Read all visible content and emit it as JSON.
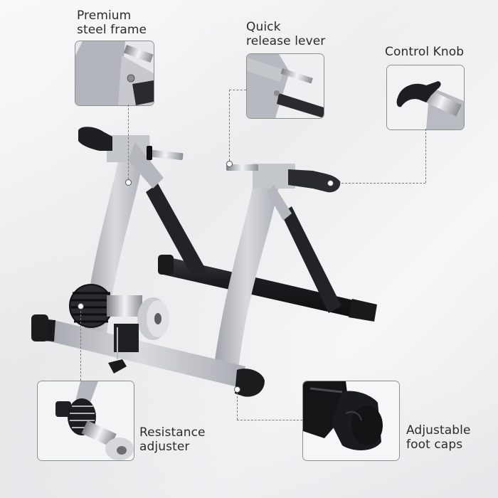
{
  "callouts": [
    {
      "id": "premium-steel-frame",
      "line1": "Premium",
      "line2": "steel frame"
    },
    {
      "id": "quick-release-lever",
      "line1": "Quick",
      "line2": "release lever"
    },
    {
      "id": "control-knob",
      "line1": "Control Knob",
      "line2": ""
    },
    {
      "id": "resistance-adjuster",
      "line1": "Resistance",
      "line2": "adjuster"
    },
    {
      "id": "adjustable-foot-caps",
      "line1": "Adjustable",
      "line2": "foot caps"
    }
  ],
  "colors": {
    "frame_silver": "#b9bcc2",
    "frame_shadow": "#8f939a",
    "black_parts": "#1c1d20",
    "text": "#2b2b2b",
    "dashed_line": "#7a7a7a"
  }
}
